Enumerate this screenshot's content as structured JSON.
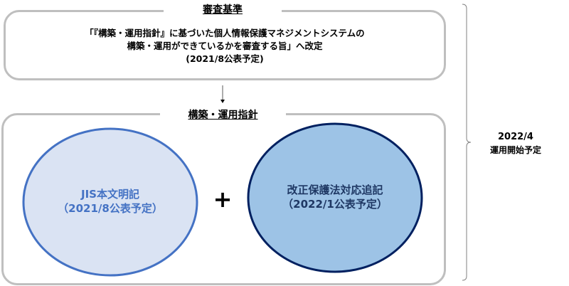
{
  "audit": {
    "title": "審査基準",
    "line1": "「『構築・運用指針』に基づいた個人情報保護マネジメントシステムの",
    "line2": "構築・運用ができているかを審査する旨」へ改定",
    "line3": "(2021/8公表予定)"
  },
  "guideline": {
    "title": "構築・運用指針",
    "left": {
      "line1": "JIS本文明記",
      "line2": "（2021/8公表予定）"
    },
    "plus": "+",
    "right": {
      "line1": "改正保護法対応追記",
      "line2": "（2022/1公表予定）"
    }
  },
  "schedule": {
    "line1": "2022/4",
    "line2": "運用開始予定"
  },
  "colors": {
    "border": "#bfbfbf",
    "left_fill": "#dae3f3",
    "left_stroke": "#4472c4",
    "left_text": "#4472c4",
    "right_fill": "#9dc3e6",
    "right_stroke": "#002060",
    "right_text": "#1f3864"
  }
}
